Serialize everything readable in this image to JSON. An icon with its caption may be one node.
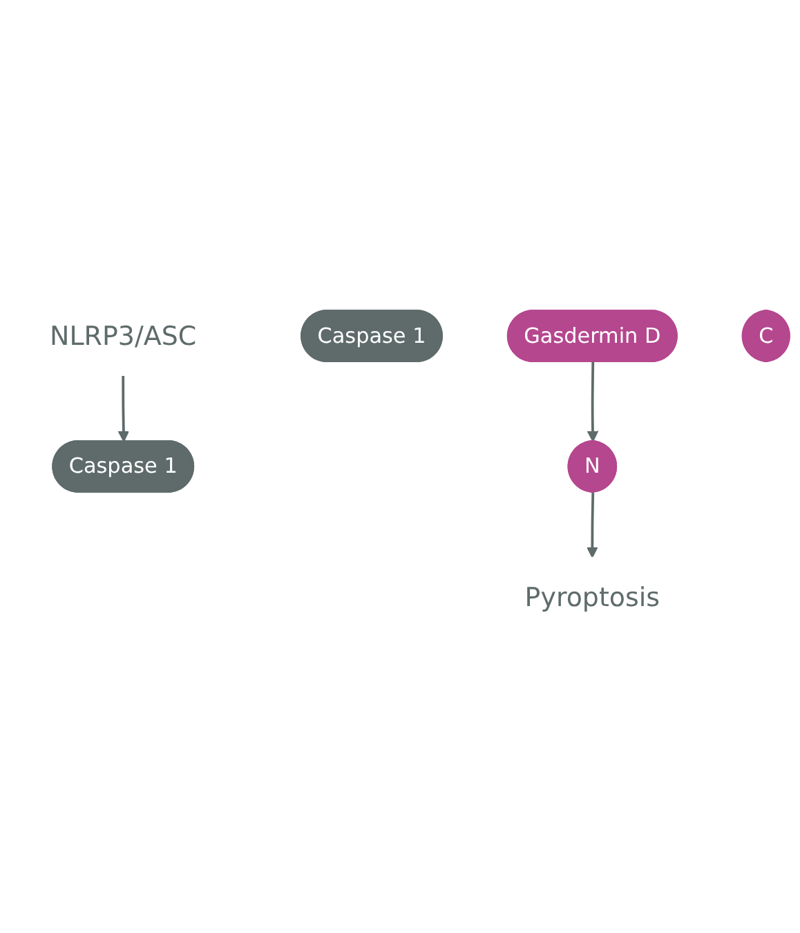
{
  "diagram": {
    "nodes": [
      {
        "text": [
          "NLRP3/ASC"
        ]
      },
      {
        "text": [
          "Caspase 1"
        ]
      },
      {
        "text": [
          "Caspase 1"
        ]
      },
      {
        "text": [
          "Gasdermin D"
        ]
      },
      {
        "text": [
          "N"
        ]
      },
      {
        "text": [
          "C"
        ]
      },
      {
        "text": [
          "Pyroptosis"
        ]
      }
    ],
    "edges": [
      {
        "from": 0,
        "to": 1,
        "arrow": "to"
      },
      {
        "from": 3,
        "to": 4,
        "arrow": "to"
      },
      {
        "from": 4,
        "to": 6,
        "arrow": "to"
      }
    ]
  }
}
